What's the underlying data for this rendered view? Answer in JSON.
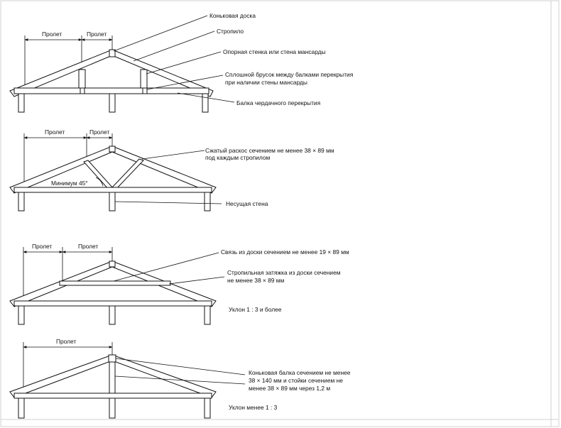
{
  "diagram1": {
    "span_left": "Пролет",
    "span_right": "Пролет",
    "labels": [
      "Коньковая доска",
      "Стропило",
      "Опорная стенка или стена мансарды",
      "Сплошной брусок между балками перекрытия",
      "при наличии стены мансарды",
      "Балка чердачного перекрытия"
    ]
  },
  "diagram2": {
    "span_left": "Пролет",
    "span_right": "Пролет",
    "angle_label": "Минимум 45°",
    "labels": [
      "Сжатый раскос сечением не менее 38 × 89 мм",
      "под каждым стропилом",
      "Несущая стена"
    ]
  },
  "diagram3": {
    "span_left": "Пролет",
    "span_right": "Пролет",
    "labels": [
      "Связь из доски сечением не менее 19 × 89 мм",
      "Стропильная затяжка из доски сечением",
      "не менее 38 × 89 мм",
      "Уклон 1 : 3 и более"
    ]
  },
  "diagram4": {
    "span": "Пролет",
    "labels": [
      "Коньковая балка сечением не менее",
      "38 × 140 мм и стойки сечением не",
      "менее 38 × 89 мм через 1,2 м",
      "Уклон менее 1 : 3"
    ]
  }
}
